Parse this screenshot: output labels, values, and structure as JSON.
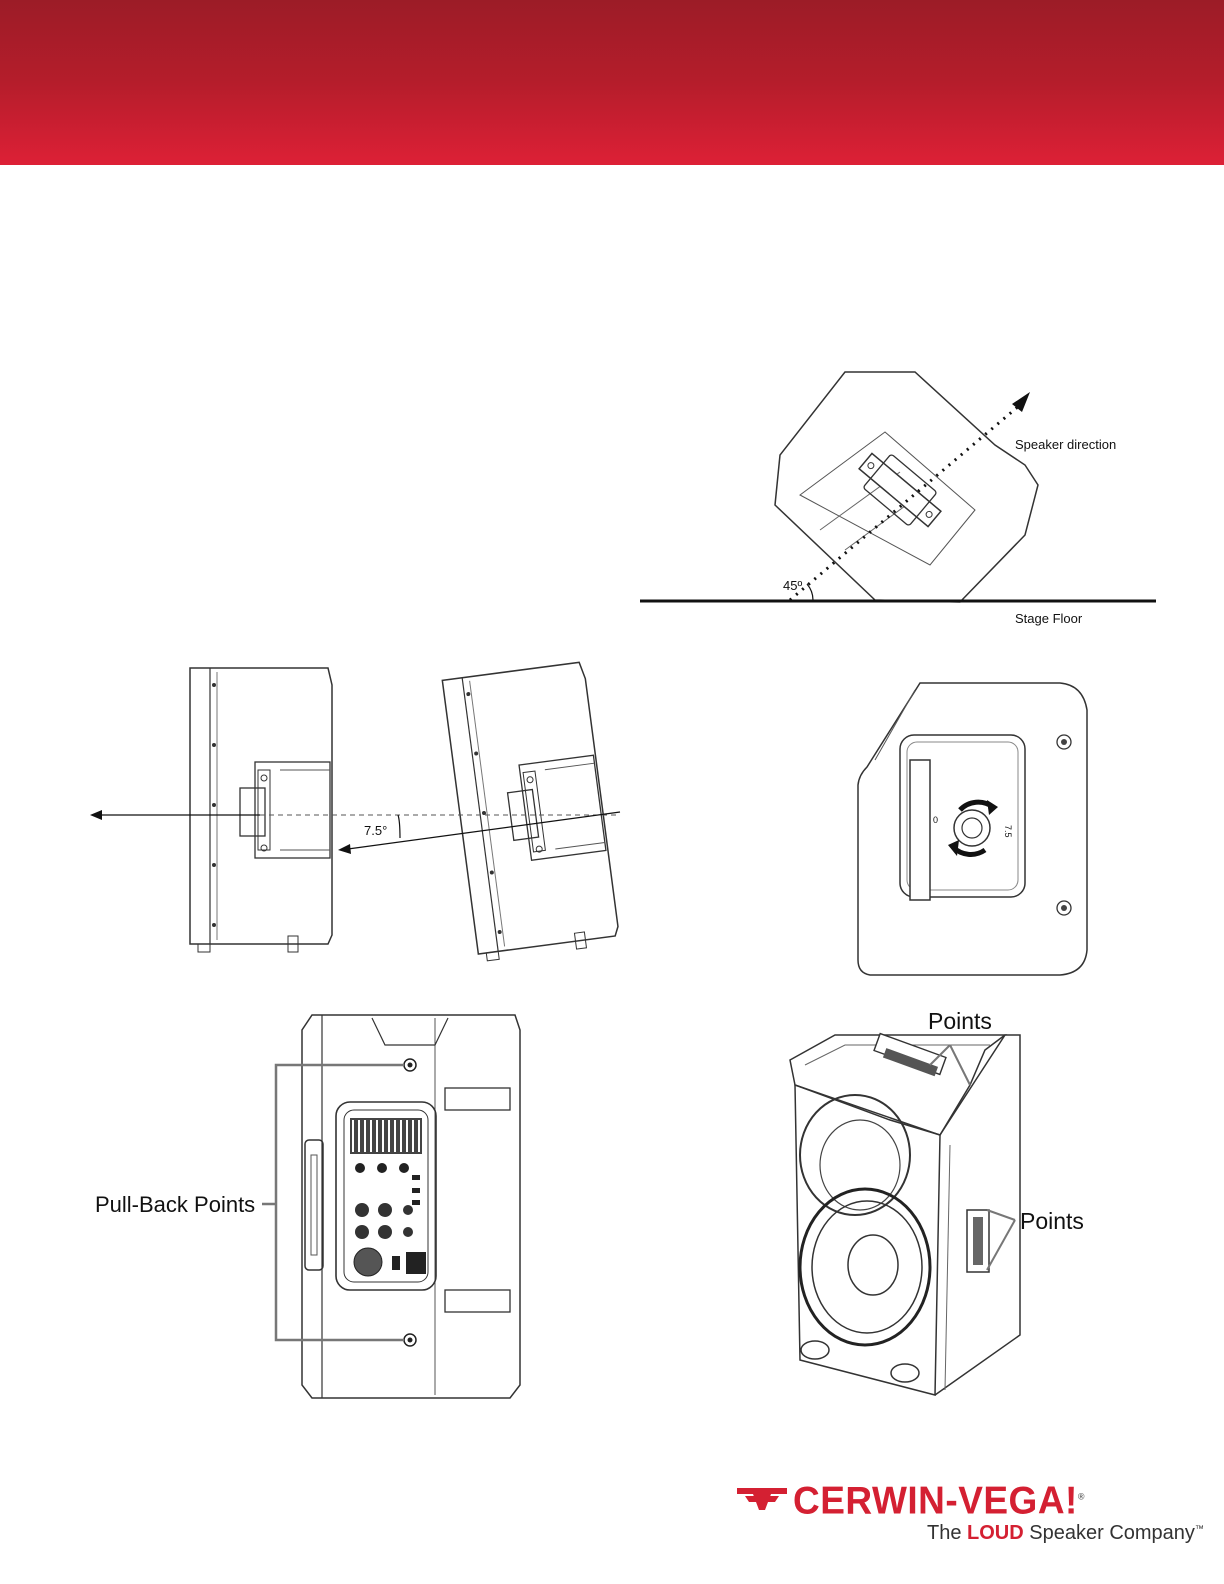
{
  "figures": {
    "floor_monitor": {
      "direction_label": "Speaker direction",
      "angle_label": "45º",
      "floor_label": "Stage Floor"
    },
    "tilt": {
      "angle_label": "7.5°"
    },
    "tilt_adapter": {
      "zero_label": "0",
      "tilt_label": "7.5"
    },
    "rear_view": {
      "pull_back_label": "Pull-Back Points"
    },
    "front_view": {
      "top_points_label": "Points",
      "side_points_label": "Points"
    }
  },
  "footer": {
    "brand": "CERWIN-VEGA!",
    "tagline_pre": "The",
    "tagline_loud": "LOUD",
    "tagline_post": "Speaker Company",
    "tm": "™",
    "registered": "®"
  },
  "colors": {
    "header_top": "#9c1c27",
    "header_bottom": "#dd2036",
    "brand_red": "#d42032"
  }
}
